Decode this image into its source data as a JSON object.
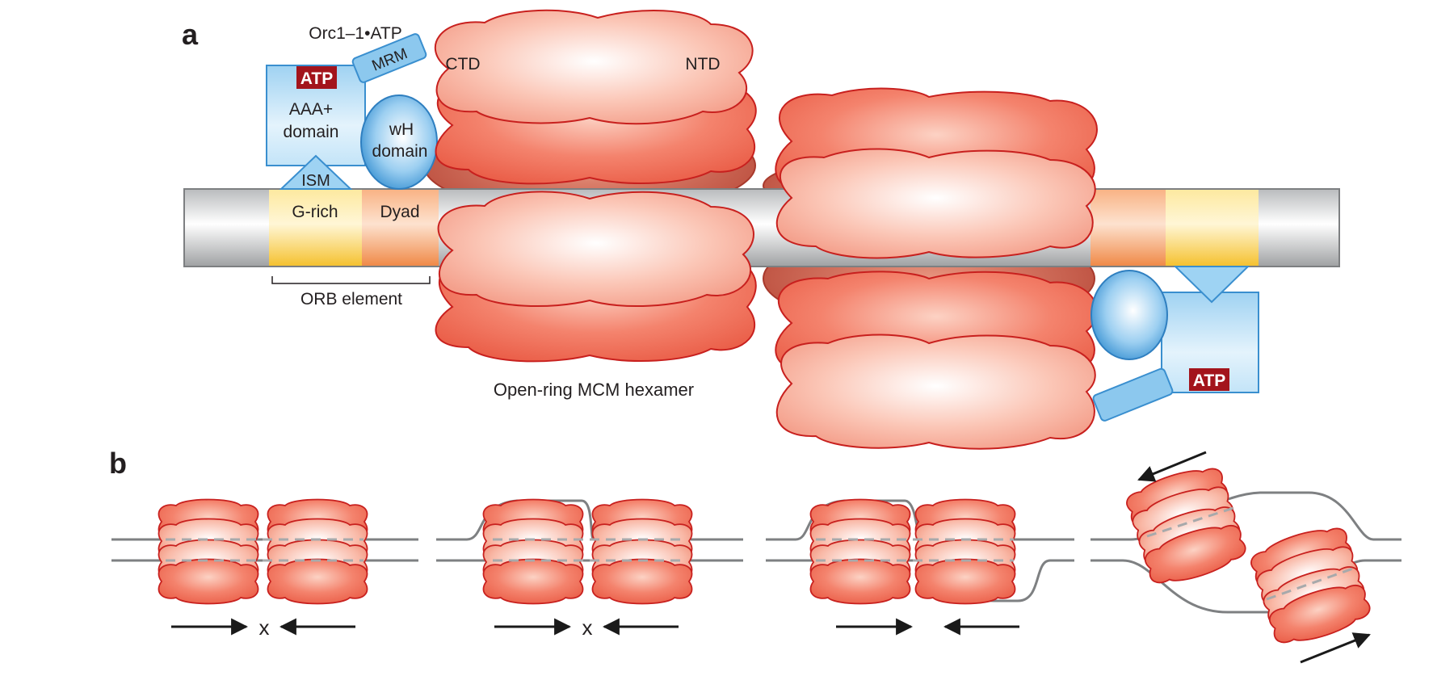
{
  "panels": {
    "a": "a",
    "b": "b"
  },
  "labels": {
    "orc_complex": "Orc1–1•ATP",
    "atp": "ATP",
    "mrm": "MRM",
    "aaa_line1": "AAA+",
    "aaa_line2": "domain",
    "wh_line1": "wH",
    "wh_line2": "domain",
    "ism": "ISM",
    "g_rich": "G-rich",
    "dyad": "Dyad",
    "orb_element": "ORB element",
    "ctd": "CTD",
    "ntd": "NTD",
    "open_ring": "Open-ring MCM hexamer",
    "block": "x"
  },
  "colors": {
    "mcm_fill": "#f07868",
    "mcm_light": "#fbd0c4",
    "mcm_stroke": "#c8201e",
    "orc_blue": "#8cc8ee",
    "orc_stroke": "#3a8fcf",
    "atp_red": "#a3141c",
    "g_rich_yellow": "#fcd86a",
    "dyad_orange": "#f8a46c",
    "dna_grey": "#b0b2b4"
  }
}
